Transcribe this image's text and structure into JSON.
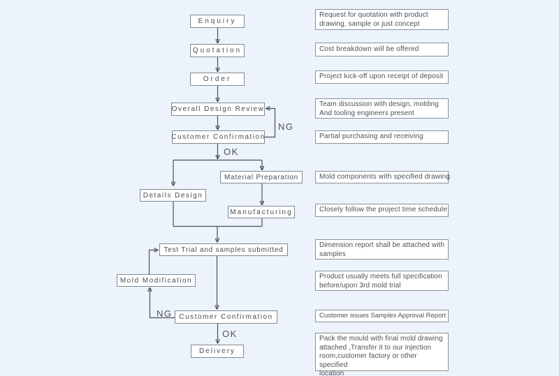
{
  "flow": {
    "nodes": [
      {
        "label": "Enquiry"
      },
      {
        "label": "Quotation"
      },
      {
        "label": "Order"
      },
      {
        "label": "Overall Design Review"
      },
      {
        "label": "Customer Confirmation"
      },
      {
        "label": "Material Preparation"
      },
      {
        "label": "Details Design"
      },
      {
        "label": "Manufacturing"
      },
      {
        "label": "Test Trial and samples submitted"
      },
      {
        "label": "Mold Modification"
      },
      {
        "label": "Customer Confirmation"
      },
      {
        "label": "Delivery"
      }
    ],
    "edge_labels": {
      "ng_top": "NG",
      "ok_top": "OK",
      "ng_bottom": "NG",
      "ok_bottom": "OK"
    }
  },
  "descriptions": [
    "Request for quotation with product\ndrawing, sample or just concept",
    "Cost breakdown will be offered",
    "Project kick-off upon receipt of deposit",
    "Team discussion with design, molding\nAnd tooling engineers present",
    "Partial purchasing and receiving",
    "Mold components with specified drawing",
    "Closely follow the project time schedule",
    "Dimension report shall be attached with\nsamples",
    "Product usually meets full specification\nbefore/upon 3rd mold trial",
    "Customer issues Samples Approval Report",
    "Pack the mould with final mold drawing\nattached ,Transfer it to our injection\nroom,customer factory or other specified\nlocation"
  ],
  "colors": {
    "background": "#edf3fa",
    "box_fill": "#ffffff",
    "box_border": "#7d8a92",
    "text": "#474d52",
    "line": "#4a5054"
  }
}
